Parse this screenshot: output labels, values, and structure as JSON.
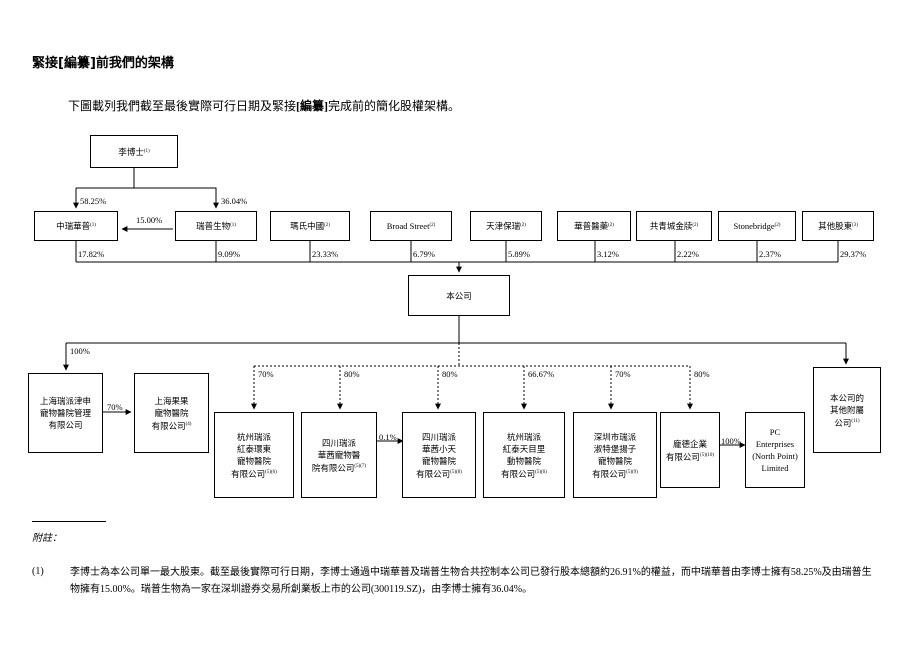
{
  "heading": "緊接[編纂]前我們的架構",
  "intro": {
    "before": "下圖載列我們截至最後實際可行日期及緊接",
    "redacted": "[編纂]",
    "after": "完成前的簡化股權架構。"
  },
  "chart": {
    "top": {
      "name": "李博士",
      "note": "(1)"
    },
    "shareholders": [
      {
        "name": "中瑞華普",
        "note": "(1)",
        "pct": "17.82%"
      },
      {
        "name": "瑞普生物",
        "note": "(1)",
        "pct": "9.09%"
      },
      {
        "name": "瑪氏中國",
        "note": "(2)",
        "pct": "23.33%"
      },
      {
        "name": "Broad Street",
        "note": "(2)",
        "pct": "6.79%"
      },
      {
        "name": "天津保瑞",
        "note": "(2)",
        "pct": "5.89%"
      },
      {
        "name": "華普醫藥",
        "note": "(2)",
        "pct": "3.12%"
      },
      {
        "name": "共青城金牍",
        "note": "(2)",
        "pct": "2.22%"
      },
      {
        "name": "Stonebridge",
        "note": "(2)",
        "pct": "2.37%"
      },
      {
        "name": "其他股東",
        "note": "(3)",
        "pct": "29.37%"
      }
    ],
    "top_to_zhongrui": "58.25%",
    "top_to_ruipu": "36.04%",
    "ruipu_to_zhongrui": "15.00%",
    "company": "本公司",
    "subsidiaries": [
      {
        "name": "上海瑞派津申寵物醫院管理有限公司",
        "lines": [
          "上海瑞派津申",
          "寵物醫院管理",
          "有限公司"
        ],
        "note": "",
        "pct": "100%"
      },
      {
        "name": "上海果果寵物醫院有限公司",
        "lines": [
          "上海果果",
          "寵物醫院",
          "有限公司"
        ],
        "note": "(4)",
        "pct": "70%"
      },
      {
        "name": "杭州瑞派紅泰環東寵物醫院有限公司",
        "lines": [
          "杭州瑞派",
          "紅泰環東",
          "寵物醫院",
          "有限公司"
        ],
        "note": "(5)(6)",
        "pct": "70%"
      },
      {
        "name": "四川瑞派華茜寵物醫院有限公司",
        "lines": [
          "四川瑞派",
          "華茜寵物醫",
          "院有限公司"
        ],
        "note": "(5)(7)",
        "pct": "80%"
      },
      {
        "name": "四川瑞派華茜小天寵物醫院有限公司",
        "lines": [
          "四川瑞派",
          "華茜小天",
          "寵物醫院",
          "有限公司"
        ],
        "note": "(5)(8)",
        "pct": "80%"
      },
      {
        "name": "杭州瑞派紅泰天目里動物醫院有限公司",
        "lines": [
          "杭州瑞派",
          "紅泰天目里",
          "動物醫院",
          "有限公司"
        ],
        "note": "(5)(6)",
        "pct": "66.67%"
      },
      {
        "name": "深圳市瑞派淑特堡揚子寵物醫院有限公司",
        "lines": [
          "深圳市瑞派",
          "淑特堡揚子",
          "寵物醫院",
          "有限公司"
        ],
        "note": "(5)(9)",
        "pct": "70%"
      },
      {
        "name": "龐德企業有限公司",
        "lines": [
          "龐德企業",
          "有限公司"
        ],
        "note": "(5)(10)",
        "pct": "80%"
      },
      {
        "name": "PC Enterprises (North Point) Limited",
        "lines": [
          "PC",
          "Enterprises",
          "(North Point)",
          "Limited"
        ],
        "note": "",
        "pct": "100%"
      },
      {
        "name": "本公司的其他附屬公司",
        "lines": [
          "本公司的",
          "其他附屬",
          "公司"
        ],
        "note": "(11)",
        "pct": ""
      }
    ],
    "sichuan_link_pct": "0.1%"
  },
  "notes": {
    "title": "附註：",
    "items": [
      {
        "num": "(1)",
        "text": "李博士為本公司單一最大股東。截至最後實際可行日期，李博士通過中瑞華普及瑞普生物合共控制本公司已發行股本總額約26.91%的權益，而中瑞華普由李博士擁有58.25%及由瑞普生物擁有15.00%。瑞普生物為一家在深圳證券交易所創業板上市的公司(300119.SZ)，由李博士擁有36.04%。"
      }
    ]
  }
}
